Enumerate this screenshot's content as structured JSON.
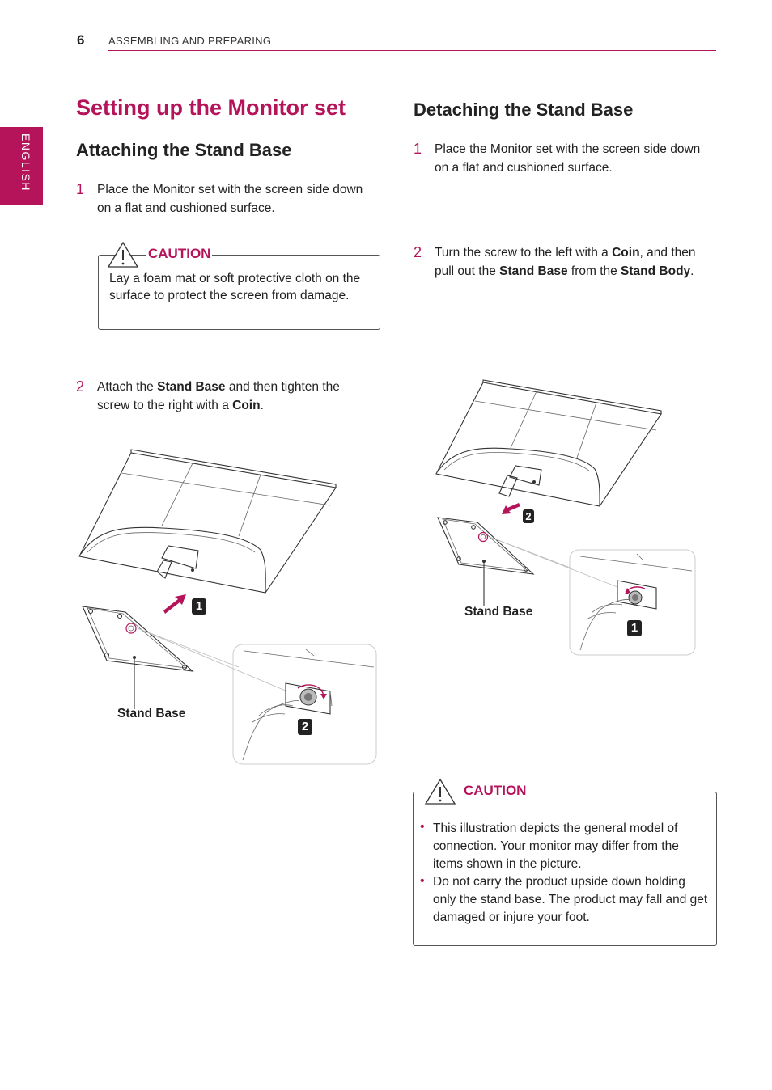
{
  "header": {
    "page_number": "6",
    "section_title": "ASSEMBLING AND PREPARING"
  },
  "side_tab": "ENGLISH",
  "main_title": "Setting up the Monitor set",
  "attaching": {
    "heading": "Attaching the Stand Base",
    "step1": {
      "num": "1",
      "text": "Place the Monitor set with the screen side down on a flat and cushioned surface."
    },
    "caution": {
      "label": "CAUTION",
      "text": "Lay a foam mat or soft protective cloth on the surface to protect the screen from damage."
    },
    "step2": {
      "num": "2",
      "t1": "Attach the ",
      "b1": "Stand Base",
      "t2": " and then tighten the screw to the right with a ",
      "b2": "Coin",
      "t3": "."
    },
    "figure": {
      "label": "Stand Base",
      "badge1": "1",
      "badge2": "2"
    }
  },
  "detaching": {
    "heading": "Detaching the Stand Base",
    "step1": {
      "num": "1",
      "text": "Place the Monitor set with the screen side down on a flat and cushioned surface."
    },
    "step2": {
      "num": "2",
      "t1": "Turn the screw to the left with a ",
      "b1": "Coin",
      "t2": ", and then pull out the ",
      "b2": "Stand Base",
      "t3": " from the ",
      "b3": "Stand Body",
      "t4": "."
    },
    "figure": {
      "label": "Stand Base",
      "badge1": "1",
      "badge2": "2"
    },
    "caution": {
      "label": "CAUTION",
      "bullets": [
        "This illustration depicts the general model of connection. Your monitor may differ from the items shown in the picture.",
        "Do not carry the product upside down holding only the stand base. The product may fall and get damaged or injure your foot."
      ]
    }
  },
  "colors": {
    "accent": "#b5135a"
  }
}
